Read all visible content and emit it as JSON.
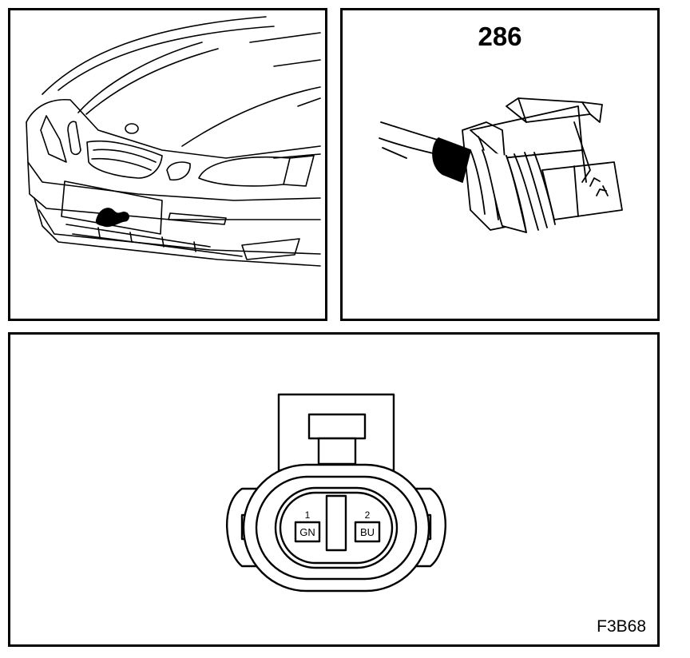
{
  "connector_number": "286",
  "figure_code": "F3B68",
  "pins": [
    {
      "number": "1",
      "color": "GN"
    },
    {
      "number": "2",
      "color": "BU"
    }
  ],
  "colors": {
    "line": "#000000",
    "background": "#ffffff"
  }
}
